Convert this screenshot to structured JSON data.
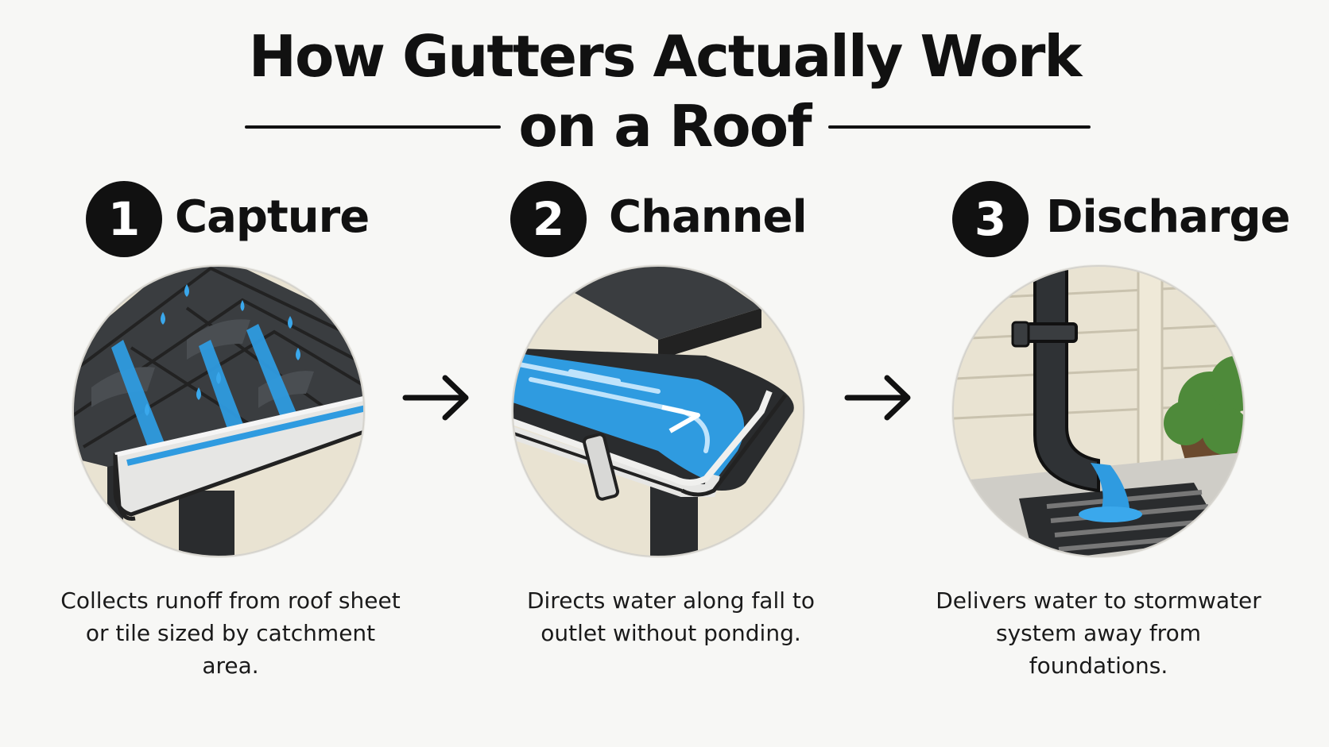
{
  "title": {
    "line1": "How Gutters Actually Work",
    "line2": "on a Roof"
  },
  "steps": [
    {
      "number": "1",
      "title": "Capture",
      "description": "Collects runoff from roof sheet or tile sized by catchment area.",
      "illustration": "roof-tiles-rain-into-gutter"
    },
    {
      "number": "2",
      "title": "Channel",
      "description": "Directs water along fall to outlet without ponding.",
      "illustration": "water-flowing-along-gutter"
    },
    {
      "number": "3",
      "title": "Discharge",
      "description": "Delivers water to stormwater system away from foundations.",
      "illustration": "downpipe-into-drain-grate"
    }
  ],
  "colors": {
    "background": "#f7f7f5",
    "ink": "#111111",
    "water": "#2f9be0",
    "gutter": "#e6e6e4",
    "roof": "#3a3d40",
    "wall": "#e9e3d2",
    "shrub": "#4e8a3a"
  },
  "icons": [
    "arrow-right-icon",
    "arrow-right-icon"
  ]
}
